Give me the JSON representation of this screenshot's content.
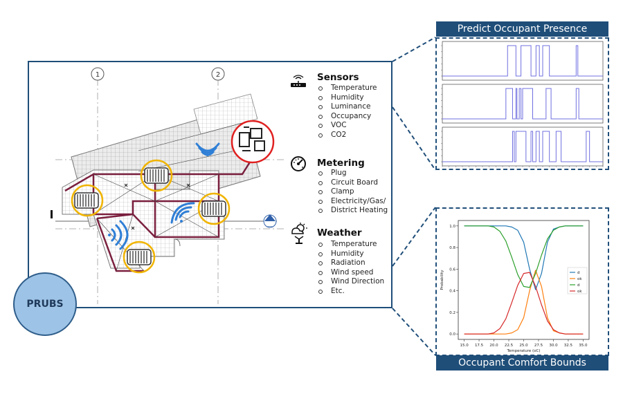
{
  "brand_label": "PRUBS",
  "colors": {
    "primary": "#1f4e79",
    "prubs_fill": "#9dc3e6",
    "sensor_ring": "#f0b400",
    "alert_ring": "#e02020",
    "wall": "#7a1f3d",
    "wifi": "#2f7fd6",
    "occupancy_line": "#6f6fe0",
    "series_d1": "#1f77b4",
    "series_ok1": "#ff7f0e",
    "series_d2": "#2ca02c",
    "series_ok2": "#d62728"
  },
  "floorplan": {
    "grid_labels": [
      "1",
      "2"
    ],
    "level_marker": "—"
  },
  "legend": {
    "sensors": {
      "icon": "router-icon",
      "title": "Sensors",
      "items": [
        "Temperature",
        "Humidity",
        "Luminance",
        "Occupancy",
        "VOC",
        "CO2"
      ]
    },
    "metering": {
      "icon": "gauge-icon",
      "title": "Metering",
      "items": [
        "Plug",
        "Circuit Board",
        "Clamp",
        "Electricity/Gas/",
        "District Heating"
      ]
    },
    "weather": {
      "icon": "weather-station-icon",
      "title": "Weather",
      "items": [
        "Temperature",
        "Humidity",
        "Radiation",
        "Wind speed",
        "Wind Direction",
        "Etc."
      ]
    }
  },
  "presence_panel": {
    "title": "Predict Occupant Presence"
  },
  "comfort_panel": {
    "title": "Occupant Comfort Bounds"
  },
  "chart_data": {
    "type": "line",
    "xlabel": "Temperature (oC)",
    "ylabel": "Probability",
    "xlim": [
      14,
      36
    ],
    "ylim": [
      -0.05,
      1.05
    ],
    "xticks": [
      "15.0",
      "17.5",
      "20.0",
      "22.5",
      "25.0",
      "27.5",
      "30.0",
      "32.5",
      "35.0"
    ],
    "yticks": [
      "0.0",
      "0.2",
      "0.4",
      "0.6",
      "0.8",
      "1.0"
    ],
    "legend_position": "right",
    "x": [
      15,
      16,
      17,
      18,
      19,
      20,
      21,
      22,
      23,
      24,
      25,
      26,
      27,
      28,
      29,
      30,
      31,
      32,
      33,
      34,
      35
    ],
    "series": [
      {
        "name": "d",
        "values": [
          1.0,
          1.0,
          1.0,
          1.0,
          1.0,
          1.0,
          1.0,
          1.0,
          0.99,
          0.96,
          0.85,
          0.6,
          0.41,
          0.56,
          0.85,
          0.97,
          0.99,
          1.0,
          1.0,
          1.0,
          1.0
        ]
      },
      {
        "name": "ok",
        "values": [
          0.0,
          0.0,
          0.0,
          0.0,
          0.0,
          0.0,
          0.0,
          0.0,
          0.01,
          0.04,
          0.15,
          0.4,
          0.59,
          0.44,
          0.15,
          0.03,
          0.01,
          0.0,
          0.0,
          0.0,
          0.0
        ]
      },
      {
        "name": "d",
        "values": [
          1.0,
          1.0,
          1.0,
          1.0,
          1.0,
          0.99,
          0.95,
          0.86,
          0.71,
          0.55,
          0.44,
          0.43,
          0.56,
          0.73,
          0.88,
          0.96,
          0.99,
          1.0,
          1.0,
          1.0,
          1.0
        ]
      },
      {
        "name": "ok",
        "values": [
          0.0,
          0.0,
          0.0,
          0.0,
          0.0,
          0.01,
          0.05,
          0.14,
          0.29,
          0.45,
          0.56,
          0.57,
          0.44,
          0.27,
          0.12,
          0.04,
          0.01,
          0.0,
          0.0,
          0.0,
          0.0
        ]
      }
    ]
  },
  "occupancy_data": {
    "type": "step",
    "x_range": [
      0,
      48
    ],
    "rows": [
      {
        "on_intervals": [
          [
            19.5,
            22.0
          ],
          [
            23.5,
            26.5
          ],
          [
            28.0,
            29.0
          ],
          [
            30.0,
            32.0
          ],
          [
            40.0,
            40.5
          ]
        ]
      },
      {
        "on_intervals": [
          [
            19.0,
            21.0
          ],
          [
            22.0,
            22.3
          ],
          [
            23.0,
            23.5
          ],
          [
            24.0,
            27.0
          ],
          [
            31.0,
            32.5
          ],
          [
            40.0,
            40.8
          ]
        ]
      },
      {
        "on_intervals": [
          [
            21.0,
            21.5
          ],
          [
            22.0,
            25.0
          ],
          [
            26.5,
            27.0
          ],
          [
            28.0,
            29.0
          ],
          [
            30.0,
            32.0
          ],
          [
            34.0,
            35.5
          ],
          [
            43.0,
            44.0
          ]
        ]
      }
    ]
  }
}
